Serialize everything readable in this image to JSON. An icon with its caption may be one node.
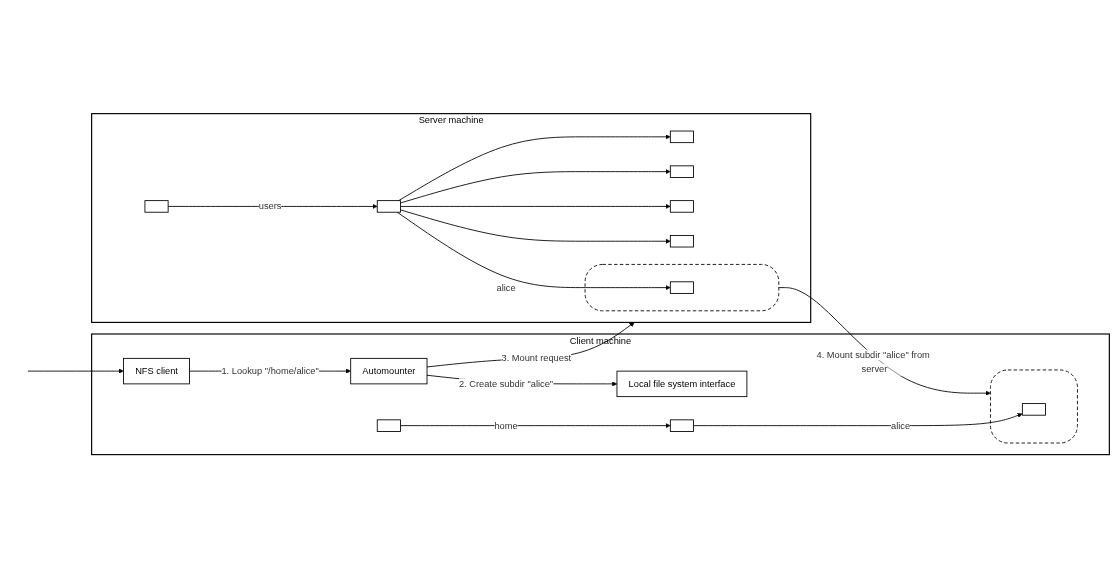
{
  "diagram": {
    "nodes": [
      {
        "text": [
          "Client machine"
        ]
      },
      {
        "text": [
          "NFS client"
        ],
        "in": 0
      },
      {
        "text": [
          "Automounter"
        ],
        "in": 0
      },
      {
        "text": [
          "Local file system interface"
        ],
        "in": 0
      },
      {
        "text": [],
        "shape": "box",
        "in": 0
      },
      {
        "text": [],
        "shape": "box",
        "in": 0
      },
      {
        "text": [],
        "shape": "cloud",
        "in": 0
      },
      {
        "text": [],
        "shape": "box",
        "in": 6
      },
      {
        "text": [
          "Server machine"
        ]
      },
      {
        "text": [],
        "shape": "box",
        "in": 8
      },
      {
        "text": [],
        "shape": "box",
        "in": 8
      },
      {
        "text": [],
        "shape": "cloud",
        "in": 8
      },
      {
        "text": [],
        "shape": "box",
        "in": 11
      },
      {
        "text": [],
        "shape": "box",
        "in": 8
      },
      {
        "text": [],
        "shape": "box",
        "in": 8
      },
      {
        "text": [],
        "shape": "box",
        "in": 8
      },
      {
        "text": [],
        "shape": "box",
        "in": 8
      }
    ],
    "edges": [
      {
        "from": null,
        "to": 1,
        "arrow": "to"
      },
      {
        "from": 1,
        "to": 2,
        "arrow": "to",
        "label": "1. Lookup \"/home/alice\""
      },
      {
        "from": 2,
        "to": 3,
        "arrow": "to",
        "label": "2. Create subdir \"alice\""
      },
      {
        "from": 2,
        "to": 8,
        "arrow": "to",
        "label": "3. Mount request"
      },
      {
        "from": 4,
        "to": 5,
        "arrow": "to",
        "label": "home"
      },
      {
        "from": 5,
        "to": 7,
        "arrow": "to",
        "label": "alice"
      },
      {
        "from": 9,
        "to": 10,
        "arrow": "to",
        "label": "users"
      },
      {
        "from": 10,
        "to": 12,
        "arrow": "to",
        "label": "alice"
      },
      {
        "from": 10,
        "to": 13,
        "arrow": "to"
      },
      {
        "from": 10,
        "to": 14,
        "arrow": "to"
      },
      {
        "from": 10,
        "to": 15,
        "arrow": "to"
      },
      {
        "from": 10,
        "to": 16,
        "arrow": "to"
      },
      {
        "from": 11,
        "to": 6,
        "arrow": "to",
        "label": "4. Mount subdir \"alice\" from server"
      }
    ]
  }
}
